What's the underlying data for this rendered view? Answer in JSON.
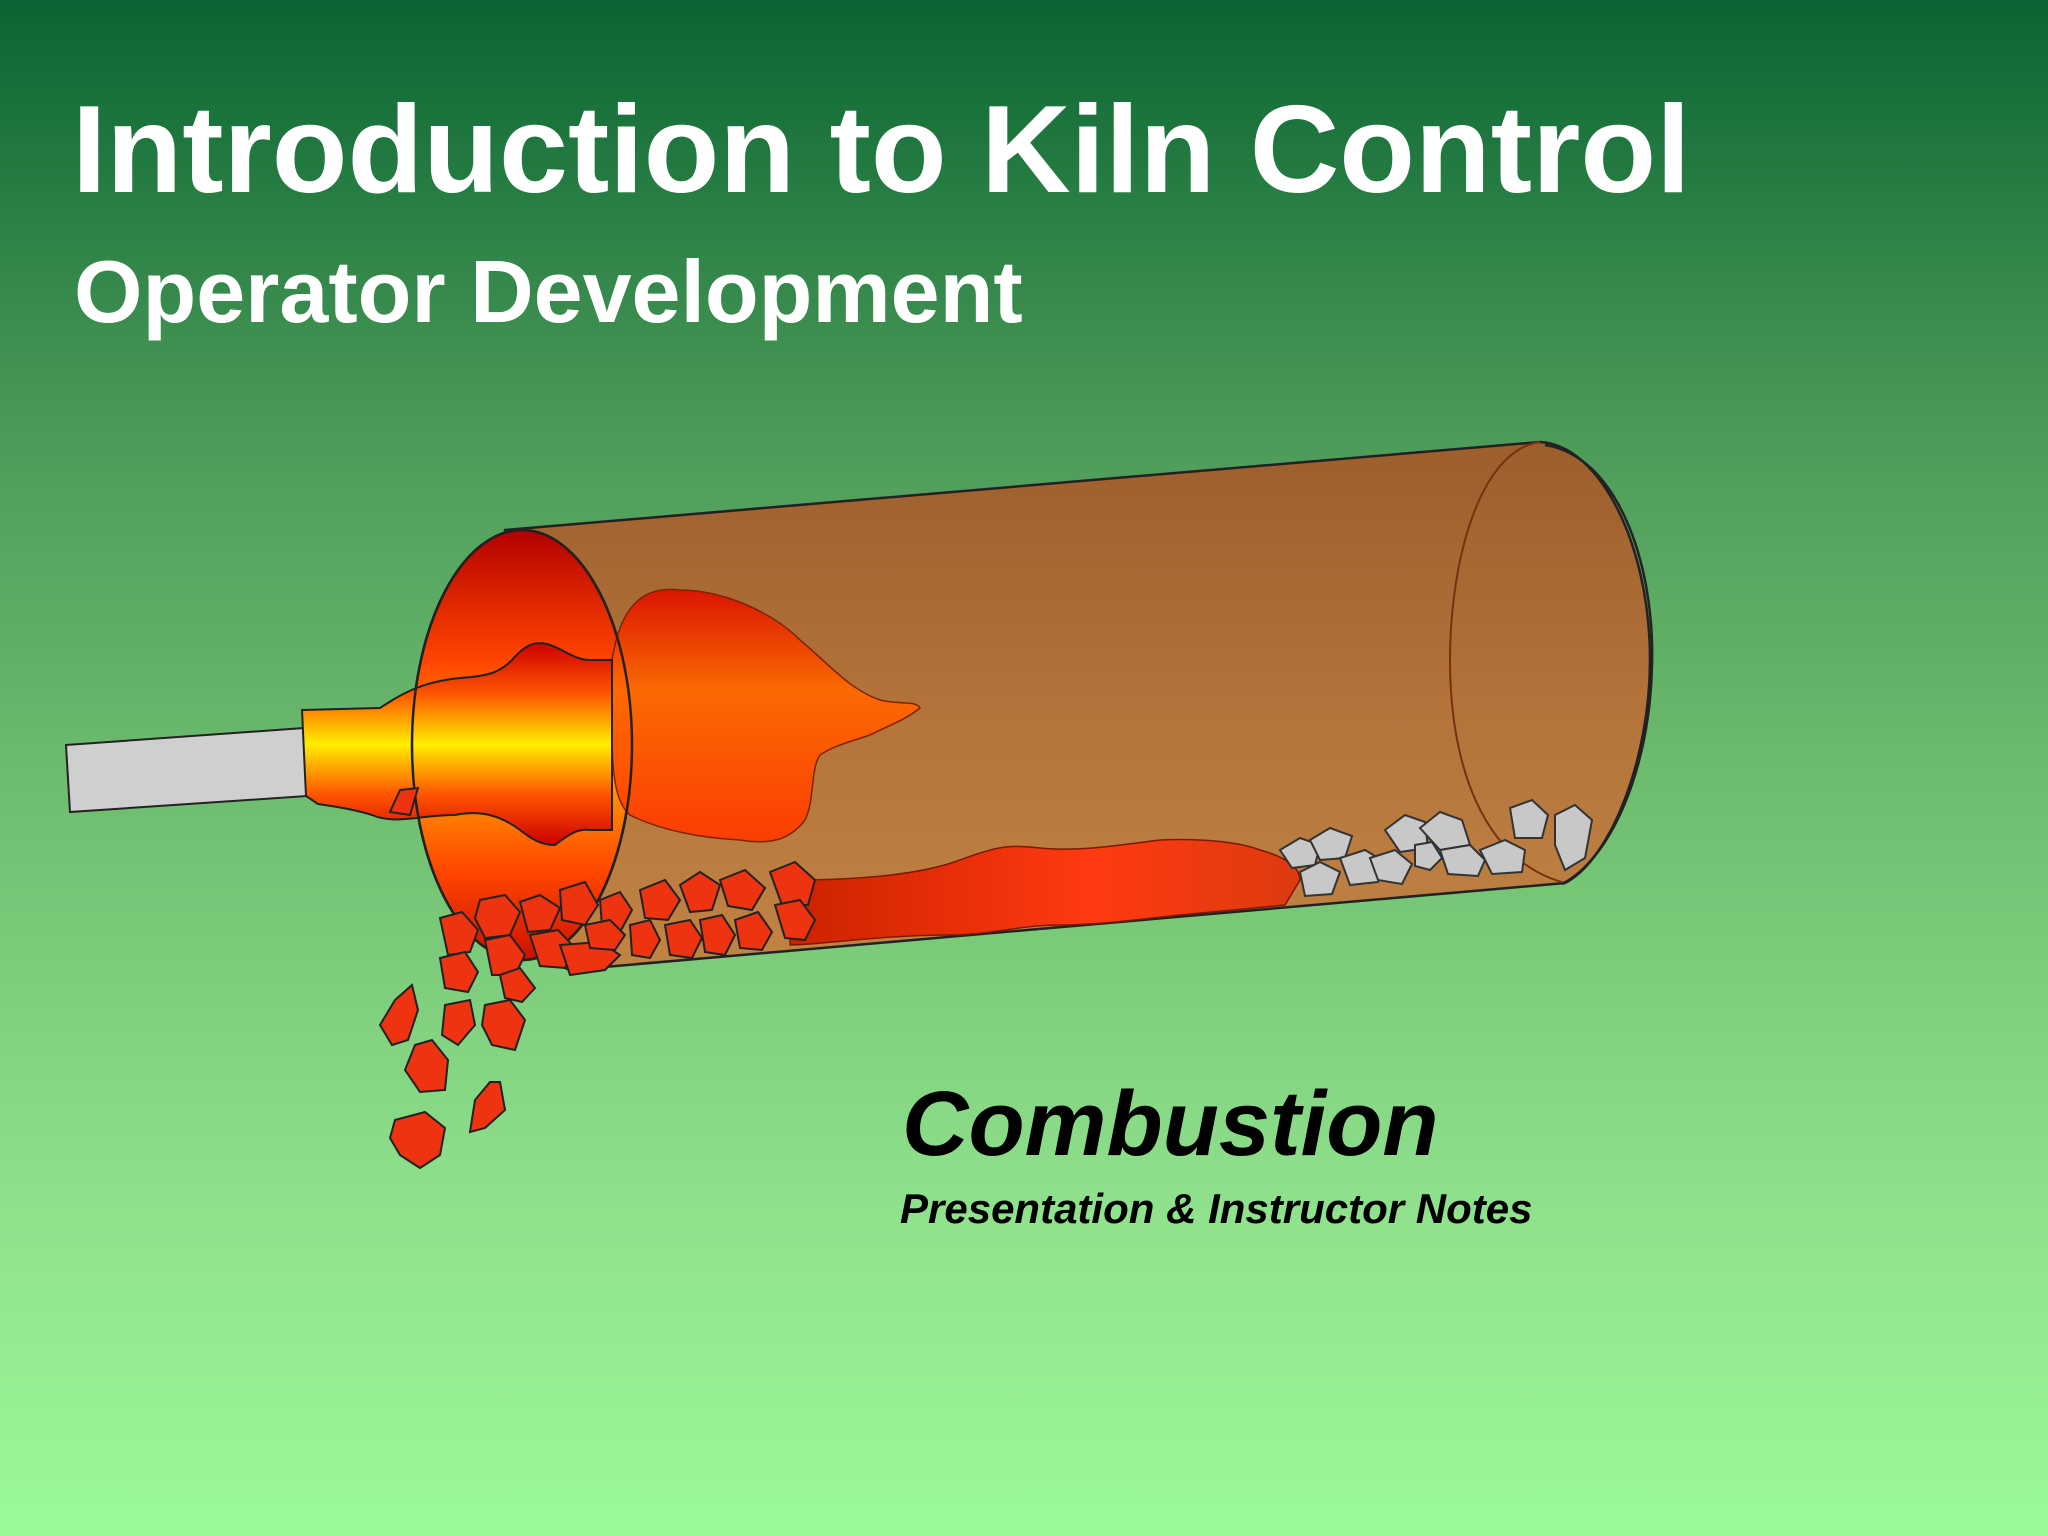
{
  "slide": {
    "title": "Introduction to Kiln Control",
    "subtitle": "Operator Development",
    "topic": "Combustion",
    "topic_subtitle": "Presentation & Instructor Notes"
  },
  "illustration": {
    "subject": "rotary-kiln-with-burner-flame",
    "colors": {
      "kiln_shell": "#b3733a",
      "flame_core": "#ffee00",
      "flame_mid": "#ff8800",
      "flame_outer": "#dd1100",
      "clinker": "#ee3311",
      "raw_feed": "#c9c9c9",
      "burner_pipe": "#cfcfcf"
    }
  }
}
